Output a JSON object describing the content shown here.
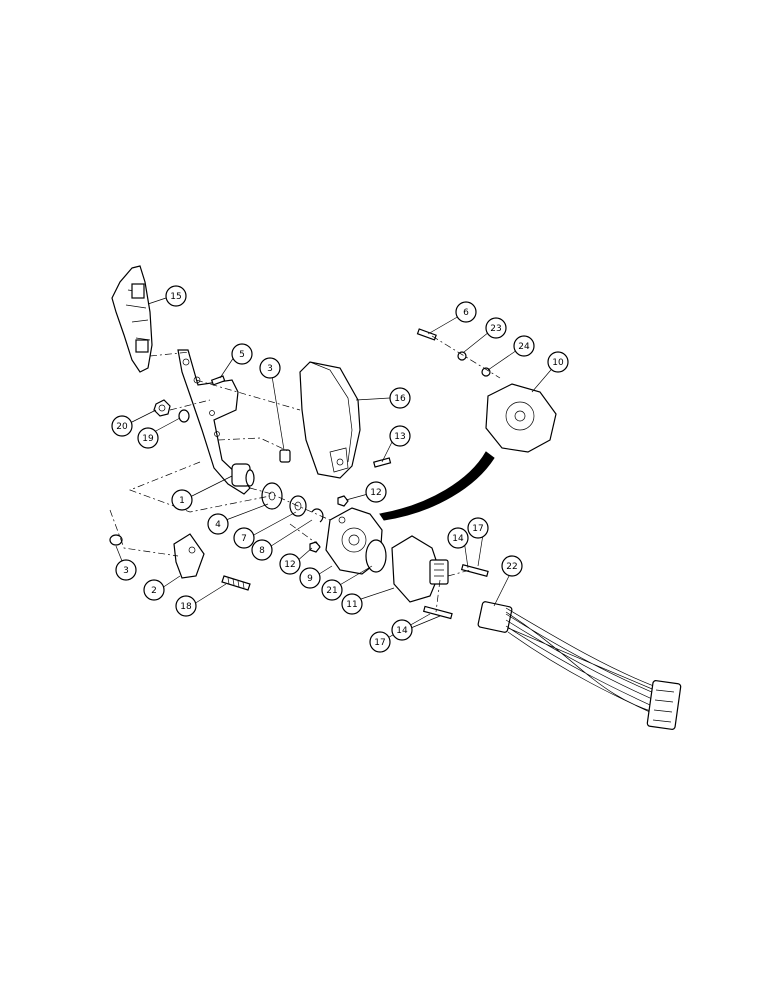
{
  "diagram": {
    "callouts": [
      {
        "id": "c15",
        "label": "15"
      },
      {
        "id": "c5",
        "label": "5"
      },
      {
        "id": "c3a",
        "label": "3"
      },
      {
        "id": "c16",
        "label": "16"
      },
      {
        "id": "c20",
        "label": "20"
      },
      {
        "id": "c19",
        "label": "19"
      },
      {
        "id": "c13",
        "label": "13"
      },
      {
        "id": "c1",
        "label": "1"
      },
      {
        "id": "c12a",
        "label": "12"
      },
      {
        "id": "c4",
        "label": "4"
      },
      {
        "id": "c7",
        "label": "7"
      },
      {
        "id": "c8",
        "label": "8"
      },
      {
        "id": "c12b",
        "label": "12"
      },
      {
        "id": "c9",
        "label": "9"
      },
      {
        "id": "c21",
        "label": "21"
      },
      {
        "id": "c11",
        "label": "11"
      },
      {
        "id": "c3b",
        "label": "3"
      },
      {
        "id": "c2",
        "label": "2"
      },
      {
        "id": "c18",
        "label": "18"
      },
      {
        "id": "c6",
        "label": "6"
      },
      {
        "id": "c23",
        "label": "23"
      },
      {
        "id": "c24",
        "label": "24"
      },
      {
        "id": "c10",
        "label": "10"
      },
      {
        "id": "c14a",
        "label": "14"
      },
      {
        "id": "c17a",
        "label": "17"
      },
      {
        "id": "c22",
        "label": "22"
      },
      {
        "id": "c17b",
        "label": "17"
      },
      {
        "id": "c14b",
        "label": "14"
      }
    ]
  }
}
